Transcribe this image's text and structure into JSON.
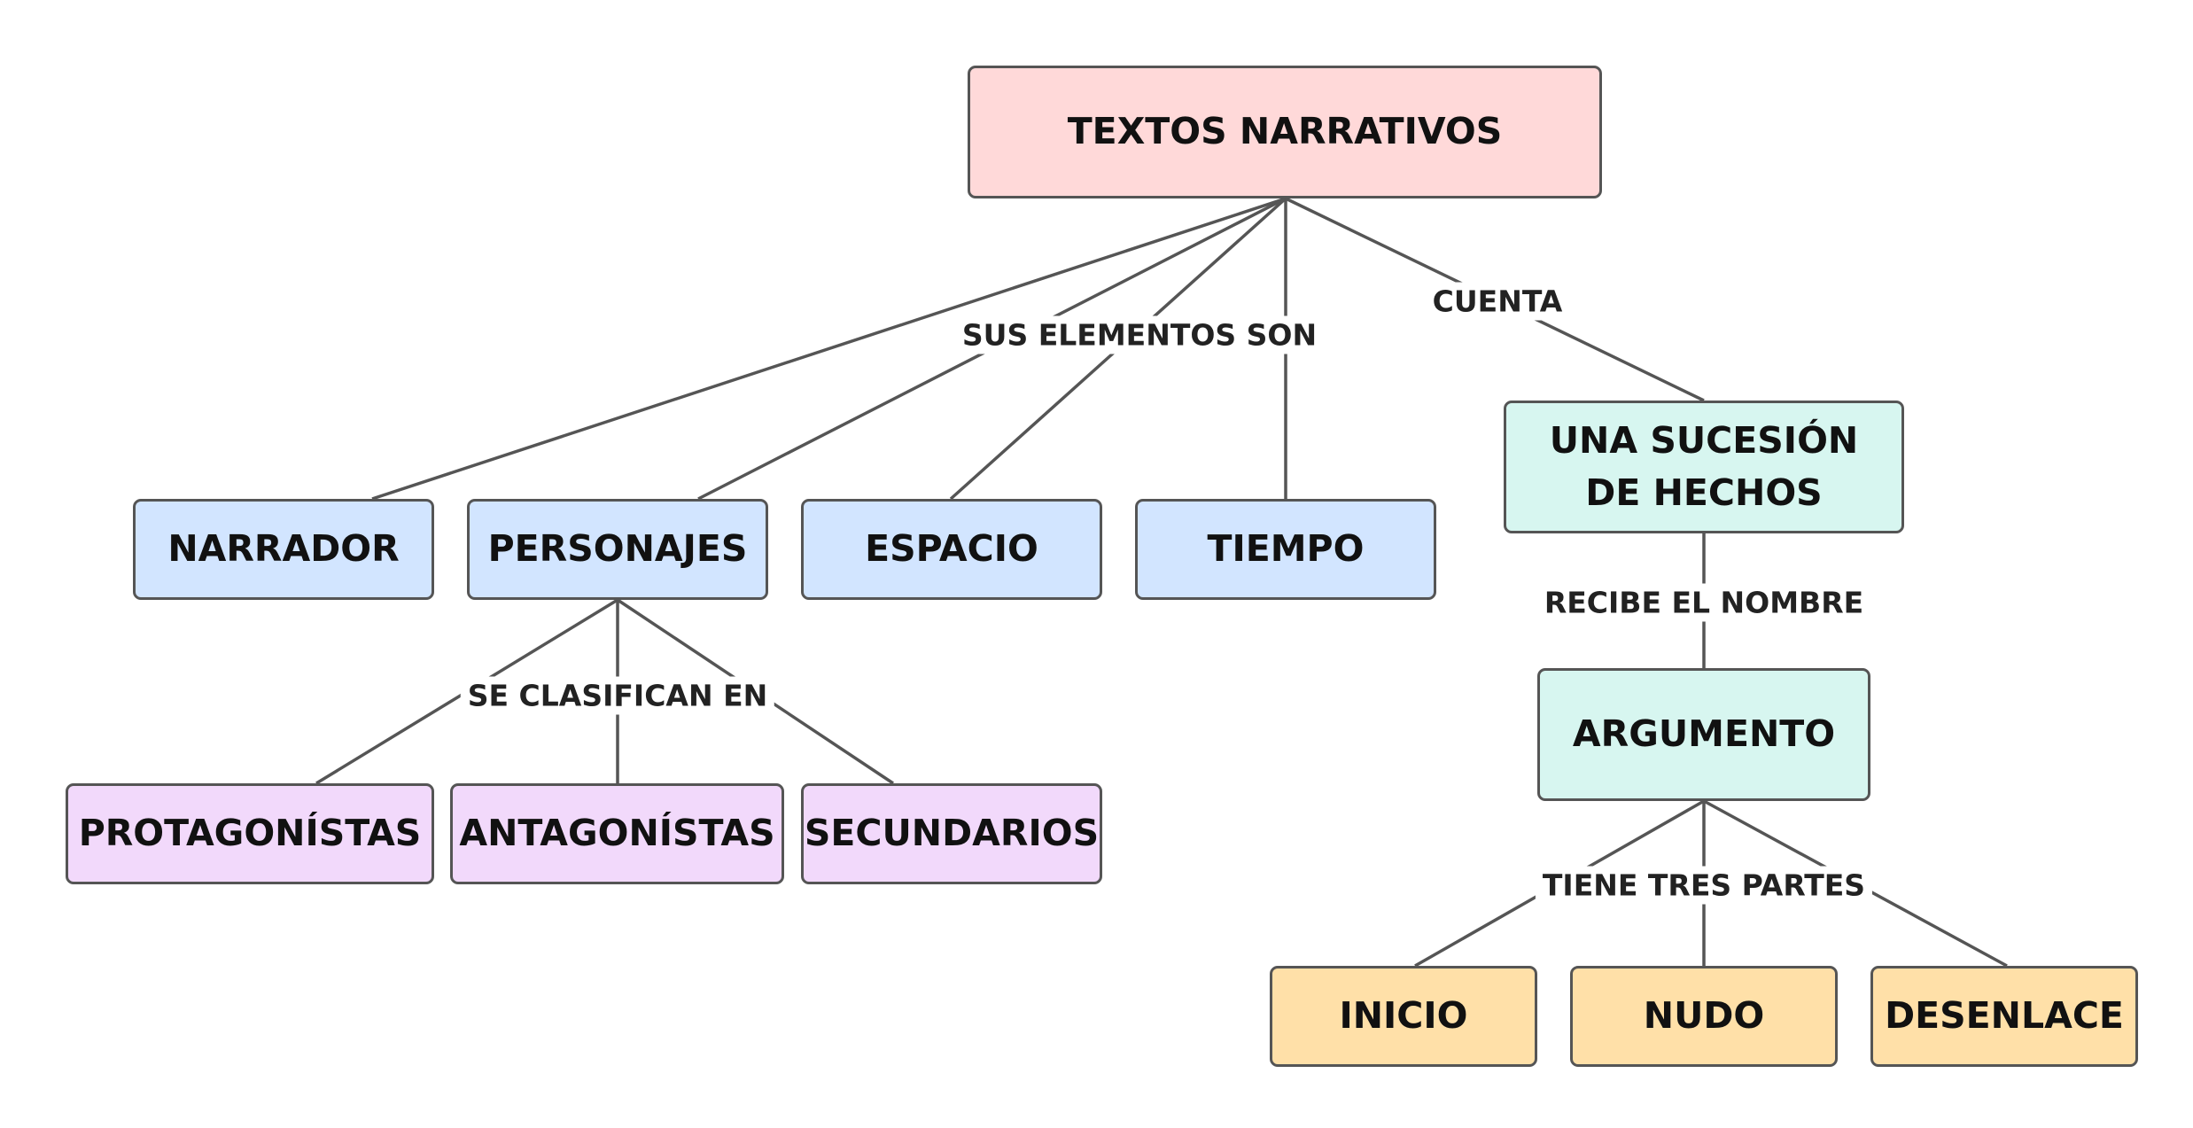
{
  "colors": {
    "root": "#ffd9d9",
    "element": "#d2e5ff",
    "subtype": "#f2d9fb",
    "sequence": "#d7f6f0",
    "part": "#ffe0a8",
    "line": "#555555"
  },
  "nodes": [
    {
      "id": "root",
      "label": "TEXTOS NARRATIVOS",
      "kind": "root"
    },
    {
      "id": "narrador",
      "label": "NARRADOR",
      "kind": "element"
    },
    {
      "id": "personajes",
      "label": "PERSONAJES",
      "kind": "element"
    },
    {
      "id": "espacio",
      "label": "ESPACIO",
      "kind": "element"
    },
    {
      "id": "tiempo",
      "label": "TIEMPO",
      "kind": "element"
    },
    {
      "id": "sucesion",
      "label": "UNA SUCESIÓN DE HECHOS",
      "kind": "sequence"
    },
    {
      "id": "argumento",
      "label": "ARGUMENTO",
      "kind": "sequence"
    },
    {
      "id": "protagonistas",
      "label": "PROTAGONÍSTAS",
      "kind": "subtype"
    },
    {
      "id": "antagonistas",
      "label": "ANTAGONÍSTAS",
      "kind": "subtype"
    },
    {
      "id": "secundarios",
      "label": "SECUNDARIOS",
      "kind": "subtype"
    },
    {
      "id": "inicio",
      "label": "INICIO",
      "kind": "part"
    },
    {
      "id": "nudo",
      "label": "NUDO",
      "kind": "part"
    },
    {
      "id": "desenlace",
      "label": "DESENLACE",
      "kind": "part"
    }
  ],
  "edge_labels": [
    {
      "id": "elementos",
      "label": "SUS ELEMENTOS SON"
    },
    {
      "id": "cuenta",
      "label": "CUENTA"
    },
    {
      "id": "clasifican",
      "label": "SE CLASIFICAN EN"
    },
    {
      "id": "recibe",
      "label": "RECIBE EL NOMBRE"
    },
    {
      "id": "partes",
      "label": "TIENE TRES PARTES"
    }
  ],
  "edges": [
    {
      "from": "root",
      "to": "narrador",
      "label": "elementos"
    },
    {
      "from": "root",
      "to": "personajes",
      "label": "elementos"
    },
    {
      "from": "root",
      "to": "espacio",
      "label": "elementos"
    },
    {
      "from": "root",
      "to": "tiempo",
      "label": "elementos"
    },
    {
      "from": "root",
      "to": "sucesion",
      "label": "cuenta"
    },
    {
      "from": "personajes",
      "to": "protagonistas",
      "label": "clasifican"
    },
    {
      "from": "personajes",
      "to": "antagonistas",
      "label": "clasifican"
    },
    {
      "from": "personajes",
      "to": "secundarios",
      "label": "clasifican"
    },
    {
      "from": "sucesion",
      "to": "argumento",
      "label": "recibe"
    },
    {
      "from": "argumento",
      "to": "inicio",
      "label": "partes"
    },
    {
      "from": "argumento",
      "to": "nudo",
      "label": "partes"
    },
    {
      "from": "argumento",
      "to": "desenlace",
      "label": "partes"
    }
  ]
}
